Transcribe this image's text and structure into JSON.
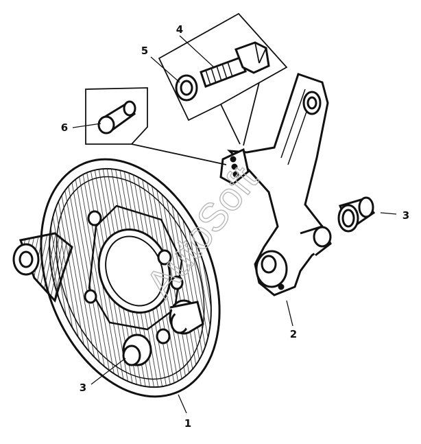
{
  "figure": {
    "callouts": [
      {
        "id": "c1",
        "text": "1"
      },
      {
        "id": "c2",
        "text": "2"
      },
      {
        "id": "c3a",
        "text": "3"
      },
      {
        "id": "c3b",
        "text": "3"
      },
      {
        "id": "c4",
        "text": "4"
      },
      {
        "id": "c5",
        "text": "5"
      },
      {
        "id": "c6",
        "text": "6"
      }
    ],
    "watermark": "AutoSoft"
  }
}
